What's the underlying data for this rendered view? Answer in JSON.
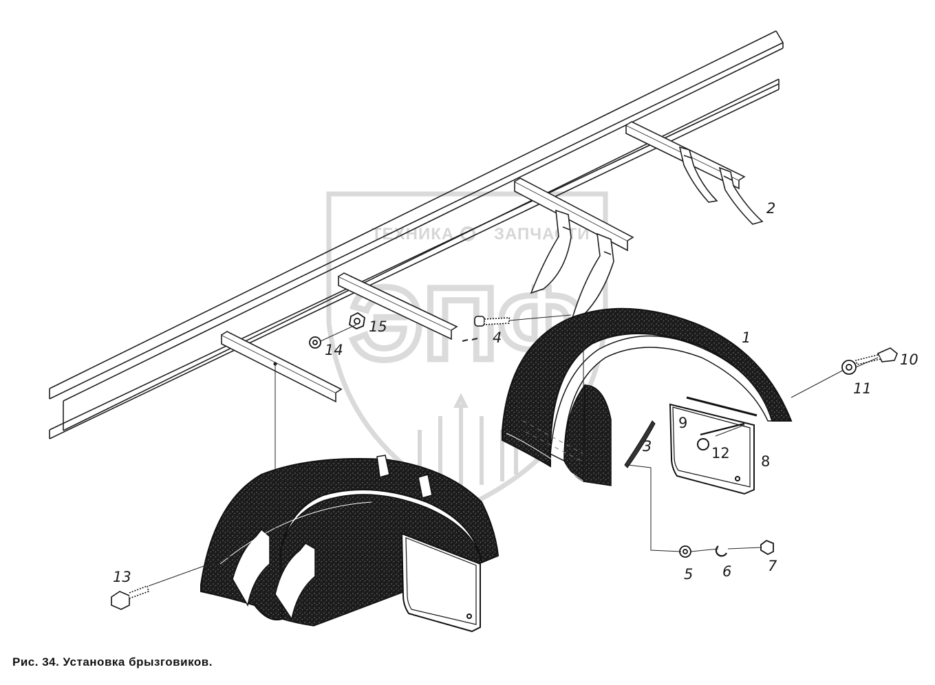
{
  "figure": {
    "caption": "Рис. 34. Установка брызговиков.",
    "watermark": {
      "left_word": "ТЕХНИКА",
      "right_word": "ЗАПЧАСТИ",
      "monogram": "ЭПФ"
    },
    "callouts": [
      {
        "id": "c1",
        "text": "1"
      },
      {
        "id": "c2",
        "text": "2"
      },
      {
        "id": "c3",
        "text": "3"
      },
      {
        "id": "c4",
        "text": "4"
      },
      {
        "id": "c5",
        "text": "5"
      },
      {
        "id": "c6",
        "text": "6"
      },
      {
        "id": "c7",
        "text": "7"
      },
      {
        "id": "c8",
        "text": "8"
      },
      {
        "id": "c9",
        "text": "9"
      },
      {
        "id": "c10",
        "text": "10"
      },
      {
        "id": "c11",
        "text": "11"
      },
      {
        "id": "c12",
        "text": "12"
      },
      {
        "id": "c13",
        "text": "13"
      },
      {
        "id": "c14",
        "text": "14"
      },
      {
        "id": "c15",
        "text": "15"
      }
    ]
  }
}
